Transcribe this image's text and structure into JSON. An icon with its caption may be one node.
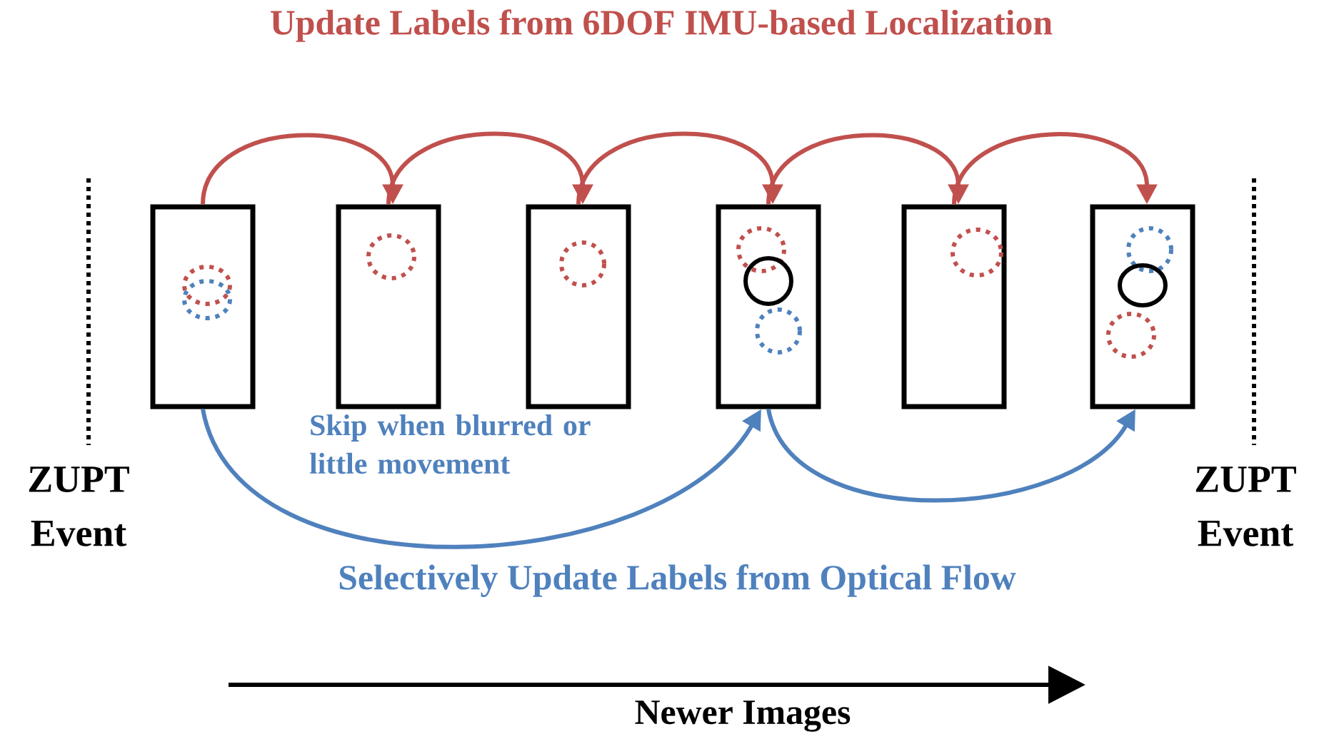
{
  "diagram": {
    "title": "Update Labels from 6DOF IMU-based Localization",
    "nodes": [
      {
        "text": [],
        "shape": "box"
      },
      {
        "text": [],
        "shape": "box"
      },
      {
        "text": [],
        "shape": "box"
      },
      {
        "text": [],
        "shape": "box"
      },
      {
        "text": [],
        "shape": "box"
      },
      {
        "text": [],
        "shape": "box"
      }
    ],
    "edges": [
      {
        "from": 0,
        "to": 1,
        "arrow": "to"
      },
      {
        "from": 1,
        "to": 2,
        "arrow": "to"
      },
      {
        "from": 2,
        "to": 3,
        "arrow": "to"
      },
      {
        "from": 3,
        "to": 4,
        "arrow": "to"
      },
      {
        "from": 4,
        "to": 5,
        "arrow": "to"
      },
      {
        "from": 0,
        "to": 3,
        "arrow": "to",
        "color": "#4f81bd"
      },
      {
        "from": 3,
        "to": 5,
        "arrow": "to",
        "color": "#4f81bd"
      }
    ],
    "labels": [
      "Skip when blurred or little movement",
      "ZUPT Event",
      "ZUPT Event",
      "Selectively Update Labels from Optical Flow",
      "Newer Images"
    ]
  }
}
